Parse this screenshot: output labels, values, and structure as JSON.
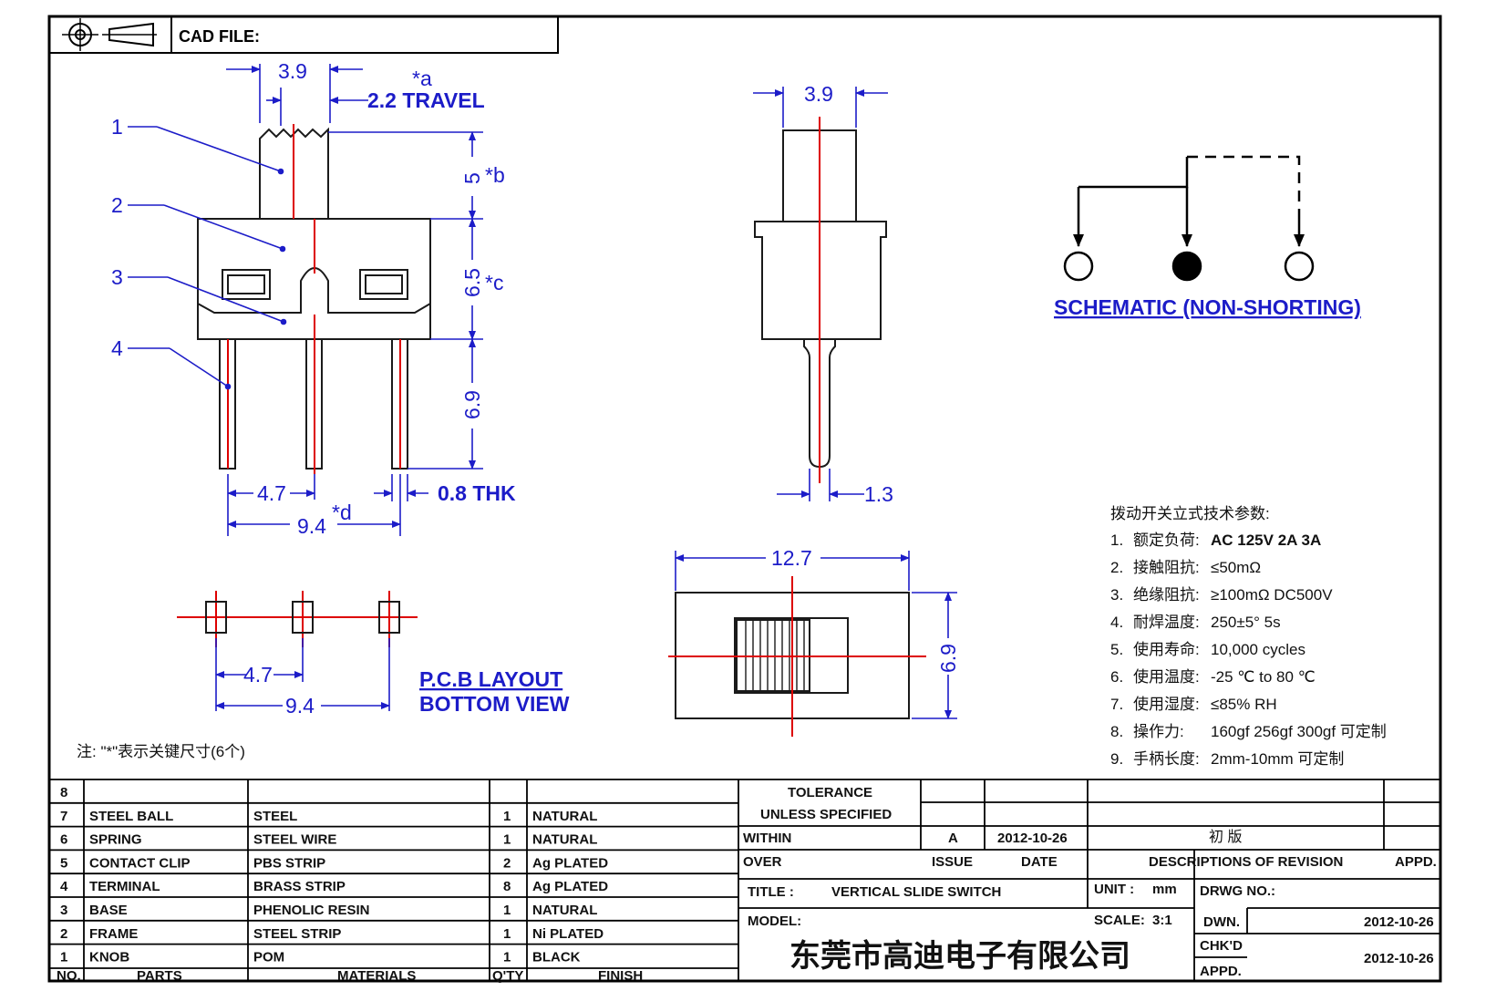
{
  "header": {
    "cad_file_label": "CAD FILE:"
  },
  "front_view": {
    "callouts": [
      "1",
      "2",
      "3",
      "4"
    ],
    "dim_top": "3.9",
    "star_a": "*a",
    "travel": "2.2 TRAVEL",
    "dim_5": "5",
    "star_b": "*b",
    "dim_65": "6.5",
    "star_c": "*c",
    "dim_69": "6.9",
    "dim_47": "4.7",
    "dim_08": "0.8 THK",
    "dim_94": "9.4",
    "star_d": "*d"
  },
  "side_view": {
    "dim_top": "3.9",
    "dim_13": "1.3"
  },
  "top_view": {
    "dim_width": "12.7",
    "dim_height": "6.9"
  },
  "pcb": {
    "dim_47": "4.7",
    "dim_94": "9.4",
    "caption_line1": "P.C.B LAYOUT",
    "caption_line2": "BOTTOM VIEW"
  },
  "schematic": {
    "caption": "SCHEMATIC (NON-SHORTING)"
  },
  "note": "注: \"*\"表示关键尺寸(6个)",
  "specs": {
    "title": "拨动开关立式技术参数:",
    "items": [
      {
        "num": "1.",
        "label": "额定负荷:",
        "value": "AC 125V 2A 3A"
      },
      {
        "num": "2.",
        "label": "接触阻抗:",
        "value": "≤50mΩ"
      },
      {
        "num": "3.",
        "label": "绝缘阻抗:",
        "value": "≥100mΩ  DC500V"
      },
      {
        "num": "4.",
        "label": "耐焊温度:",
        "value": "250±5°  5s"
      },
      {
        "num": "5.",
        "label": "使用寿命:",
        "value": "10,000 cycles"
      },
      {
        "num": "6.",
        "label": "使用温度:",
        "value": "-25 ℃  to 80 ℃"
      },
      {
        "num": "7.",
        "label": "使用湿度:",
        "value": "≤85% RH"
      },
      {
        "num": "8.",
        "label": "操作力:",
        "value": "160gf   256gf   300gf  可定制"
      },
      {
        "num": "9.",
        "label": "手柄长度:",
        "value": "2mm-10mm  可定制"
      }
    ]
  },
  "bom": {
    "rows": [
      {
        "no": "8",
        "part": "",
        "material": "",
        "qty": "",
        "finish": ""
      },
      {
        "no": "7",
        "part": "STEEL BALL",
        "material": "STEEL",
        "qty": "1",
        "finish": "NATURAL"
      },
      {
        "no": "6",
        "part": "SPRING",
        "material": "STEEL WIRE",
        "qty": "1",
        "finish": "NATURAL"
      },
      {
        "no": "5",
        "part": "CONTACT CLIP",
        "material": "PBS STRIP",
        "qty": "2",
        "finish": "Ag PLATED"
      },
      {
        "no": "4",
        "part": "TERMINAL",
        "material": "BRASS STRIP",
        "qty": "8",
        "finish": "Ag PLATED"
      },
      {
        "no": "3",
        "part": "BASE",
        "material": "PHENOLIC RESIN",
        "qty": "1",
        "finish": "NATURAL"
      },
      {
        "no": "2",
        "part": "FRAME",
        "material": "STEEL STRIP",
        "qty": "1",
        "finish": "Ni PLATED"
      },
      {
        "no": "1",
        "part": "KNOB",
        "material": "POM",
        "qty": "1",
        "finish": "BLACK"
      }
    ],
    "headers": {
      "no": "NO.",
      "part": "PARTS",
      "material": "MATERIALS",
      "qty": "Q'TY",
      "finish": "FINISH"
    }
  },
  "title_block": {
    "tolerance": "TOLERANCE",
    "unless": "UNLESS   SPECIFIED",
    "within": "WITHIN",
    "over": "OVER",
    "rev_issue": "A",
    "rev_date": "2012-10-26",
    "rev_desc": "初  版",
    "issue_label": "ISSUE",
    "date_label": "DATE",
    "desc_label": "DESCRIPTIONS OF REVISION",
    "appd_label": "APPD.",
    "title_label": "TITLE :",
    "title_value": "VERTICAL SLIDE SWITCH",
    "unit_label": "UNIT :",
    "unit_value": "mm",
    "drwg_label": "DRWG NO.:",
    "model_label": "MODEL:",
    "scale_label": "SCALE:",
    "scale_value": "3:1",
    "dwn_label": "DWN.",
    "dwn_date": "2012-10-26",
    "chkd_label": "CHK'D",
    "chkd_date": "2012-10-26",
    "appd_label2": "APPD.",
    "company": "东莞市高迪电子有限公司"
  }
}
